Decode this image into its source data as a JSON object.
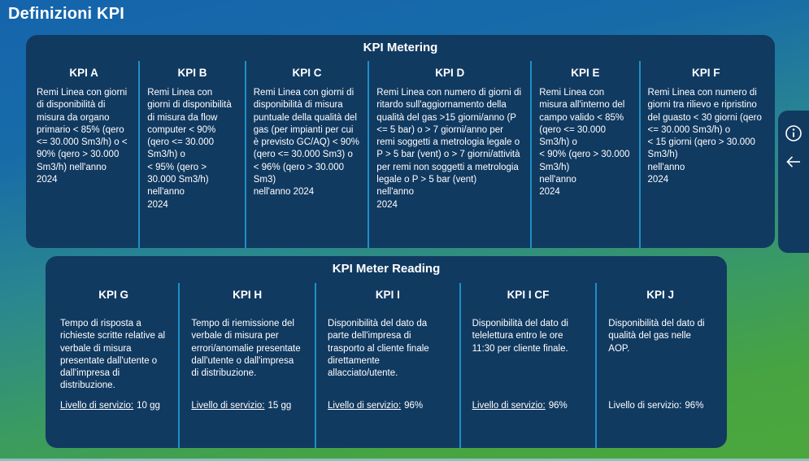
{
  "page": {
    "title": "Definizioni KPI"
  },
  "colors": {
    "background_top": "#1564ad",
    "background_bottom": "#4ba73c",
    "panel": "#113a61",
    "divider": "#1e8fc8",
    "text": "#ffffff"
  },
  "metering": {
    "title": "KPI Metering",
    "cards": [
      {
        "title": "KPI A",
        "body": "Remi Linea con giorni di disponibilità di misura da organo primario < 85% (qero <= 30.000 Sm3/h) o < 90% (qero > 30.000 Sm3/h) nell'anno\n2024"
      },
      {
        "title": "KPI B",
        "body": "Remi Linea con giorni di disponibilità di misura da flow computer < 90% (qero <= 30.000 Sm3/h) o\n< 95% (qero > 30.000 Sm3/h)\nnell'anno\n2024"
      },
      {
        "title": "KPI C",
        "body": "Remi Linea con giorni di disponibilità di misura puntuale della qualità del gas (per impianti per cui è previsto GC/AQ) < 90% (qero <= 30.000 Sm3) o < 96% (qero > 30.000 Sm3)\nnell'anno 2024"
      },
      {
        "title": "KPI D",
        "body": "Remi Linea con numero di giorni di ritardo sull'aggiornamento della qualità del gas >15 giorni/anno (P <= 5 bar) o > 7 giorni/anno per remi soggetti a metrologia legale o P > 5 bar (vent) o > 7 giorni/attività per remi non soggetti a metrologia legale o P > 5 bar (vent)\nnell'anno\n2024"
      },
      {
        "title": "KPI E",
        "body": "Remi Linea con misura all'interno del campo valido < 85% (qero <= 30.000 Sm3/h) o\n< 90% (qero > 30.000 Sm3/h)\nnell'anno\n2024"
      },
      {
        "title": "KPI F",
        "body": "Remi Linea con numero di giorni tra rilievo e ripristino del guasto < 30 giorni (qero <= 30.000 Sm3/h) o\n< 15 giorni (qero > 30.000 Sm3/h)\nnell'anno\n2024"
      }
    ]
  },
  "meter_reading": {
    "title": "KPI Meter Reading",
    "cards": [
      {
        "title": "KPI G",
        "body": "Tempo di risposta a richieste scritte relative al verbale di misura presentate dall'utente o dall'impresa di distribuzione.",
        "service_label": "Livello di servizio:",
        "service_value": "10 gg"
      },
      {
        "title": "KPI H",
        "body": "Tempo di riemissione del verbale di misura per errori/anomalie presentate dall'utente o dall'impresa di distribuzione.",
        "service_label": "Livello di servizio:",
        "service_value": "15 gg"
      },
      {
        "title": "KPI I",
        "body": "Disponibilità del dato da parte dell'impresa di trasporto al cliente finale direttamente allacciato/utente.",
        "service_label": "Livello di servizio:",
        "service_value": "96%"
      },
      {
        "title": "KPI I CF",
        "body": "Disponibilità del dato di telelettura entro le ore 11:30 per cliente finale.",
        "service_label": "Livello di servizio:",
        "service_value": "96%"
      },
      {
        "title": "KPI J",
        "body": "Disponibilità del dato di qualità del gas nelle AOP.",
        "service_label": "Livello di servizio:",
        "service_value": "96%"
      }
    ]
  },
  "sidebar": {
    "icons": [
      "info-icon",
      "back-arrow-icon"
    ]
  }
}
